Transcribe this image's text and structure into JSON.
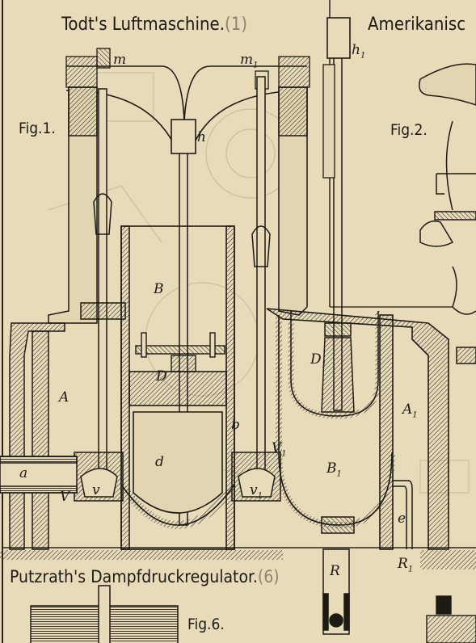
{
  "titles": {
    "left": "Todt's Luftmaschine.",
    "left_num": "(1)",
    "right": "Amerikanisc",
    "bottom": "Putzrath's Dampfdruckregulator.",
    "bottom_num": "(6)"
  },
  "figs": {
    "fig1": "Fig.1.",
    "fig2": "Fig.2.",
    "fig6": "Fig.6."
  },
  "labels": {
    "m": "m",
    "m1": "m",
    "m1_sub": "1",
    "h": "h",
    "h1": "h",
    "h1_sub": "1",
    "B": "B",
    "D": "D",
    "D1": "D",
    "D1_sub": "1",
    "A": "A",
    "A1": "A",
    "A1_sub": "1",
    "a": "a",
    "b": "b",
    "d": "d",
    "V": "V",
    "V1": "V",
    "V1_sub": "1",
    "v": "v",
    "v1": "v",
    "v1_sub": "1",
    "B1": "B",
    "B1_sub": "1",
    "e": "e",
    "R": "R",
    "R1": "R",
    "R1_sub": "1"
  },
  "colors": {
    "paper": "#e7dbba",
    "ink": "#1e1a14"
  }
}
